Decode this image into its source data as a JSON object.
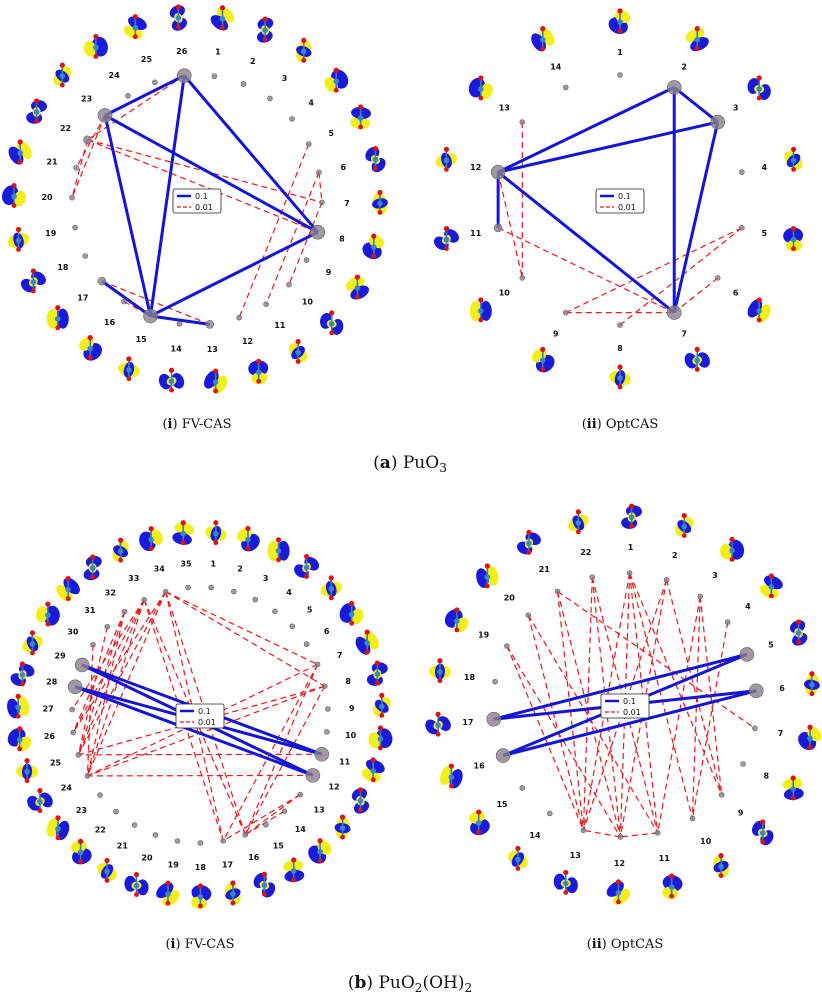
{
  "figure": {
    "sections": [
      {
        "label": "(a)",
        "title": "PuO",
        "title_sub": "3",
        "title_tail": "",
        "panels": [
          {
            "label": "(i)",
            "caption": "FV-CAS",
            "n": 26,
            "legend": [
              "0.1",
              "0.01"
            ],
            "big": [
              26,
              23,
              8,
              15
            ],
            "mid": [
              22,
              17,
              13
            ],
            "strong": [
              [
                26,
                15
              ],
              [
                26,
                23
              ],
              [
                26,
                8
              ],
              [
                23,
                8
              ],
              [
                23,
                15
              ],
              [
                8,
                15
              ],
              [
                17,
                15
              ],
              [
                15,
                13
              ]
            ],
            "weak": [
              [
                23,
                21
              ],
              [
                23,
                20
              ],
              [
                22,
                7
              ],
              [
                22,
                8
              ],
              [
                22,
                20
              ],
              [
                26,
                22
              ],
              [
                5,
                12
              ],
              [
                6,
                11
              ],
              [
                7,
                10
              ],
              [
                17,
                13
              ],
              [
                16,
                15
              ],
              [
                6,
                7
              ]
            ]
          },
          {
            "label": "(ii)",
            "caption": "OptCAS",
            "n": 14,
            "legend": [
              "0.1",
              "0.01"
            ],
            "big": [
              2,
              3,
              12,
              7
            ],
            "mid": [
              11
            ],
            "strong": [
              [
                2,
                3
              ],
              [
                2,
                12
              ],
              [
                2,
                7
              ],
              [
                3,
                12
              ],
              [
                3,
                7
              ],
              [
                12,
                11
              ],
              [
                12,
                7
              ]
            ],
            "weak": [
              [
                11,
                7
              ],
              [
                13,
                10
              ],
              [
                12,
                10
              ],
              [
                5,
                9
              ],
              [
                5,
                8
              ],
              [
                6,
                7
              ],
              [
                9,
                7
              ],
              [
                2,
                3
              ]
            ]
          }
        ]
      },
      {
        "label": "(b)",
        "title": "PuO",
        "title_sub": "2",
        "title_tail": "(OH)",
        "title_sub2": "2",
        "panels": [
          {
            "label": "(i)",
            "caption": "FV-CAS",
            "n": 35,
            "legend": [
              "0.1",
              "0.01"
            ],
            "big": [
              29,
              28,
              11,
              12
            ],
            "mid": [],
            "strong": [
              [
                29,
                11
              ],
              [
                29,
                12
              ],
              [
                28,
                11
              ],
              [
                28,
                12
              ]
            ],
            "weak": [
              [
                33,
                25
              ],
              [
                33,
                24
              ],
              [
                33,
                26
              ],
              [
                33,
                27
              ],
              [
                33,
                16
              ],
              [
                33,
                17
              ],
              [
                34,
                25
              ],
              [
                34,
                24
              ],
              [
                34,
                26
              ],
              [
                34,
                16
              ],
              [
                34,
                17
              ],
              [
                34,
                8
              ],
              [
                34,
                7
              ],
              [
                32,
                24
              ],
              [
                32,
                25
              ],
              [
                32,
                26
              ],
              [
                31,
                25
              ],
              [
                30,
                24
              ],
              [
                8,
                24
              ],
              [
                8,
                25
              ],
              [
                8,
                16
              ],
              [
                7,
                24
              ],
              [
                7,
                17
              ],
              [
                7,
                16
              ],
              [
                13,
                16
              ],
              [
                13,
                17
              ],
              [
                12,
                24
              ],
              [
                11,
                25
              ],
              [
                14,
                16
              ]
            ]
          },
          {
            "label": "(ii)",
            "caption": "OptCAS",
            "n": 22,
            "legend": [
              "0.1",
              "0.01"
            ],
            "big": [
              5,
              6,
              17,
              16
            ],
            "mid": [],
            "strong": [
              [
                5,
                17
              ],
              [
                5,
                16
              ],
              [
                6,
                17
              ],
              [
                6,
                16
              ]
            ],
            "weak": [
              [
                22,
                13
              ],
              [
                22,
                12
              ],
              [
                22,
                11
              ],
              [
                1,
                13
              ],
              [
                1,
                12
              ],
              [
                1,
                11
              ],
              [
                1,
                10
              ],
              [
                1,
                9
              ],
              [
                3,
                11
              ],
              [
                3,
                10
              ],
              [
                3,
                9
              ],
              [
                21,
                12
              ],
              [
                21,
                13
              ],
              [
                21,
                7
              ],
              [
                20,
                13
              ],
              [
                20,
                11
              ],
              [
                19,
                13
              ],
              [
                19,
                12
              ],
              [
                2,
                13
              ],
              [
                2,
                12
              ],
              [
                2,
                9
              ],
              [
                4,
                10
              ],
              [
                12,
                13
              ],
              [
                11,
                12
              ]
            ]
          }
        ]
      }
    ]
  }
}
